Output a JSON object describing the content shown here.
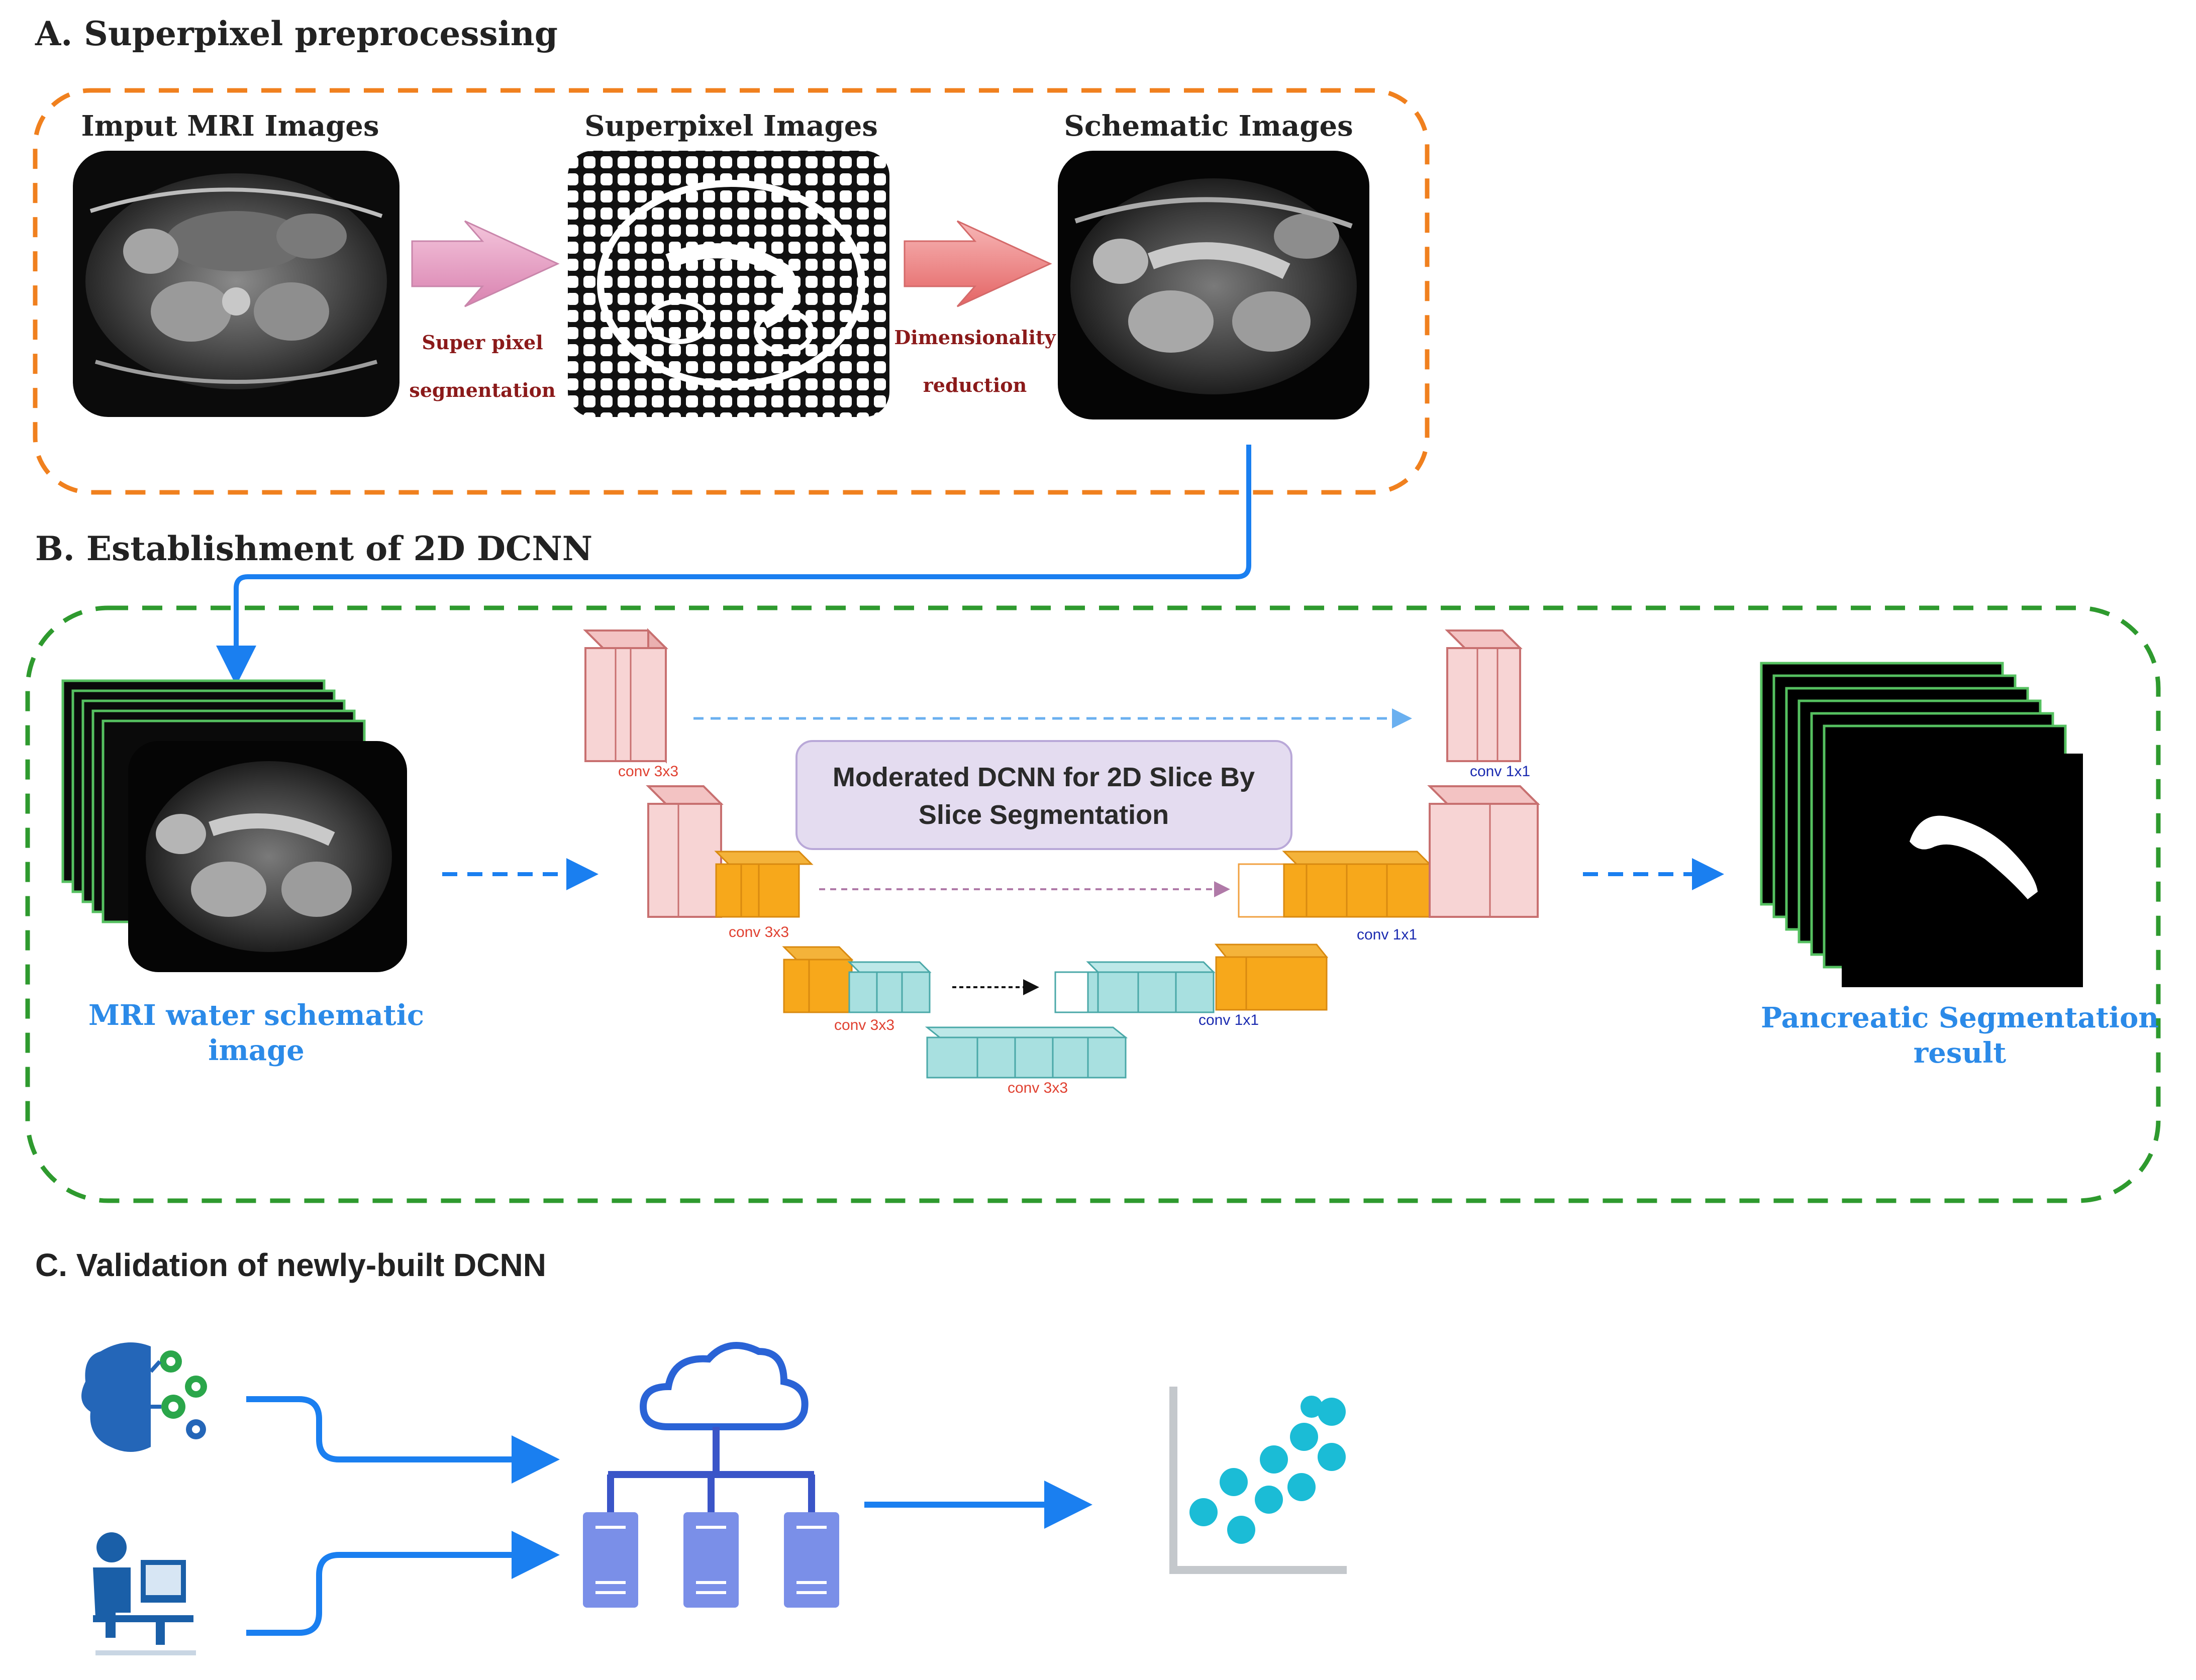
{
  "section_a": {
    "title": "A. Superpixel preprocessing",
    "input_label": "Imput MRI Images",
    "superpixel_label": "Superpixel Images",
    "schematic_label": "Schematic Images",
    "step1_line1": "Super pixel",
    "step1_line2": "segmentation",
    "step2_line1": "Dimensionality",
    "step2_line2": "reduction"
  },
  "section_b": {
    "title": "B. Establishment of 2D DCNN",
    "model_line1": "Moderated DCNN for 2D Slice By",
    "model_line2": "Slice Segmentation",
    "input_line1": "MRI water schematic",
    "input_line2": "image",
    "output_line1": "Pancreatic Segmentation",
    "output_line2": "result",
    "conv_labels": {
      "enc1": "conv 3x3",
      "enc2": "conv 3x3",
      "enc3": "conv 3x3",
      "bottleneck": "conv 3x3",
      "dec3": "conv 1x1",
      "dec2": "conv 1x1",
      "dec1": "conv 1x1"
    }
  },
  "section_c": {
    "title": "C. Validation of newly-built DCNN",
    "icons": [
      "brain-gears-icon",
      "person-at-computer-icon",
      "cloud-network-icon",
      "scatter-plot-icon"
    ]
  },
  "colors": {
    "orange_border": "#f0801e",
    "green_border": "#2e9a2e",
    "blue_arrow": "#1a7ff0",
    "label_blue": "#2b8ae8",
    "dark_red_text": "#8b1a1a",
    "pink_block": "#f7d4d4",
    "orange_block": "#f7a81b",
    "teal_block": "#a8e0e0",
    "lavender_box": "#e4dcf0",
    "dot_cyan": "#1bbcd6"
  }
}
